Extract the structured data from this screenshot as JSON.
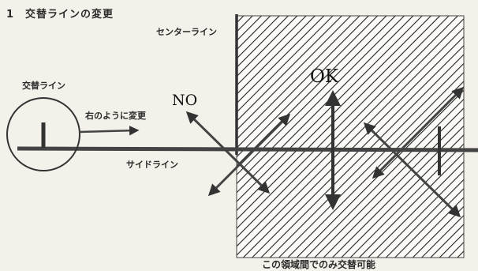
{
  "title": "1　交替ラインの変更",
  "labels": {
    "center_line": "センターライン",
    "alternation_line": "交替ライン",
    "move_right": "右のように変更",
    "side_line": "サイドライン",
    "no": "NO",
    "ok": "OK",
    "area_note": "この領域間でのみ交替可能"
  }
}
